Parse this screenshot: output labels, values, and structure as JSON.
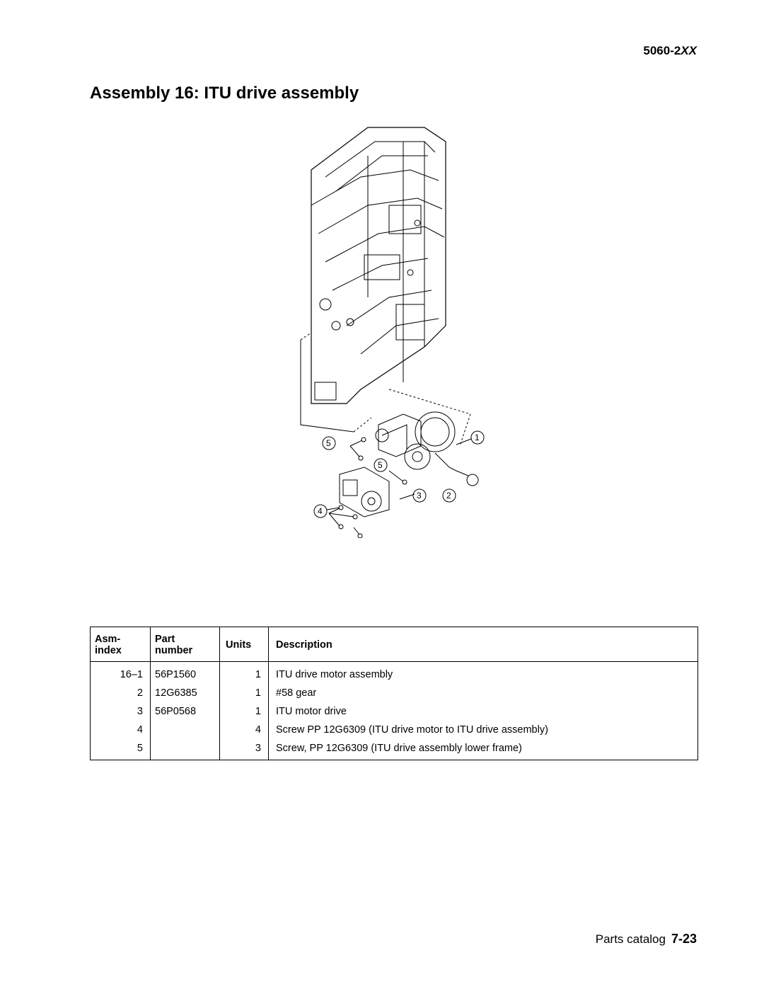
{
  "header": {
    "model_prefix": "5060-2",
    "model_suffix": "XX",
    "title": "Assembly 16:  ITU drive assembly"
  },
  "figure": {
    "callouts": [
      "1",
      "2",
      "3",
      "4",
      "5",
      "5"
    ]
  },
  "table": {
    "headers": {
      "asm_line1": "Asm-",
      "asm_line2": "index",
      "part_line1": "Part",
      "part_line2": "number",
      "units": "Units",
      "description": "Description"
    },
    "rows": [
      {
        "index": "16–1",
        "part": "56P1560",
        "units": "1",
        "description": "ITU drive motor assembly"
      },
      {
        "index": "2",
        "part": "12G6385",
        "units": "1",
        "description": "#58 gear"
      },
      {
        "index": "3",
        "part": "56P0568",
        "units": "1",
        "description": "ITU motor drive"
      },
      {
        "index": "4",
        "part": "",
        "units": "4",
        "description": "Screw PP 12G6309 (ITU drive motor to ITU drive assembly)"
      },
      {
        "index": "5",
        "part": "",
        "units": "3",
        "description": "Screw, PP 12G6309 (ITU drive assembly lower frame)"
      }
    ]
  },
  "footer": {
    "section": "Parts catalog",
    "page": "7-23"
  }
}
